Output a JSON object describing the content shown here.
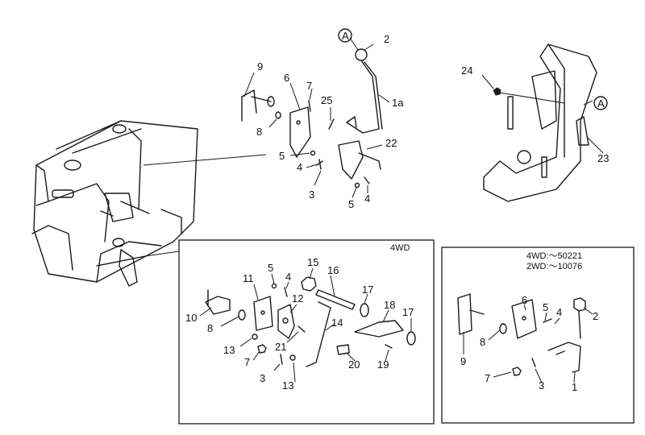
{
  "callouts": {
    "main_2": "2",
    "main_1a": "1a",
    "main_9": "9",
    "main_6": "6",
    "main_7": "7",
    "main_25": "25",
    "main_8": "8",
    "main_5a": "5",
    "main_22": "22",
    "main_4a": "4",
    "main_3": "3",
    "main_5b": "5",
    "main_4b": "4",
    "ref_a_main": "A",
    "ref_a_cover": "A",
    "cover_24": "24",
    "cover_23": "23",
    "w_5": "5",
    "w_4": "4",
    "w_15": "15",
    "w_16": "16",
    "w_11": "11",
    "w_17a": "17",
    "w_18": "18",
    "w_17b": "17",
    "w_10": "10",
    "w_12": "12",
    "w_8": "8",
    "w_14": "14",
    "w_13a": "13",
    "w_21": "21",
    "w_7": "7",
    "w_20": "20",
    "w_19": "19",
    "w_3": "3",
    "w_13b": "13",
    "o_6": "6",
    "o_5": "5",
    "o_4": "4",
    "o_2": "2",
    "o_8": "8",
    "o_9": "9",
    "o_7": "7",
    "o_3": "3",
    "o_1": "1"
  },
  "panels": {
    "wd4_header": "4WD",
    "older_header_line1": "4WD:〜50221",
    "older_header_line2": "2WD:〜10076"
  }
}
